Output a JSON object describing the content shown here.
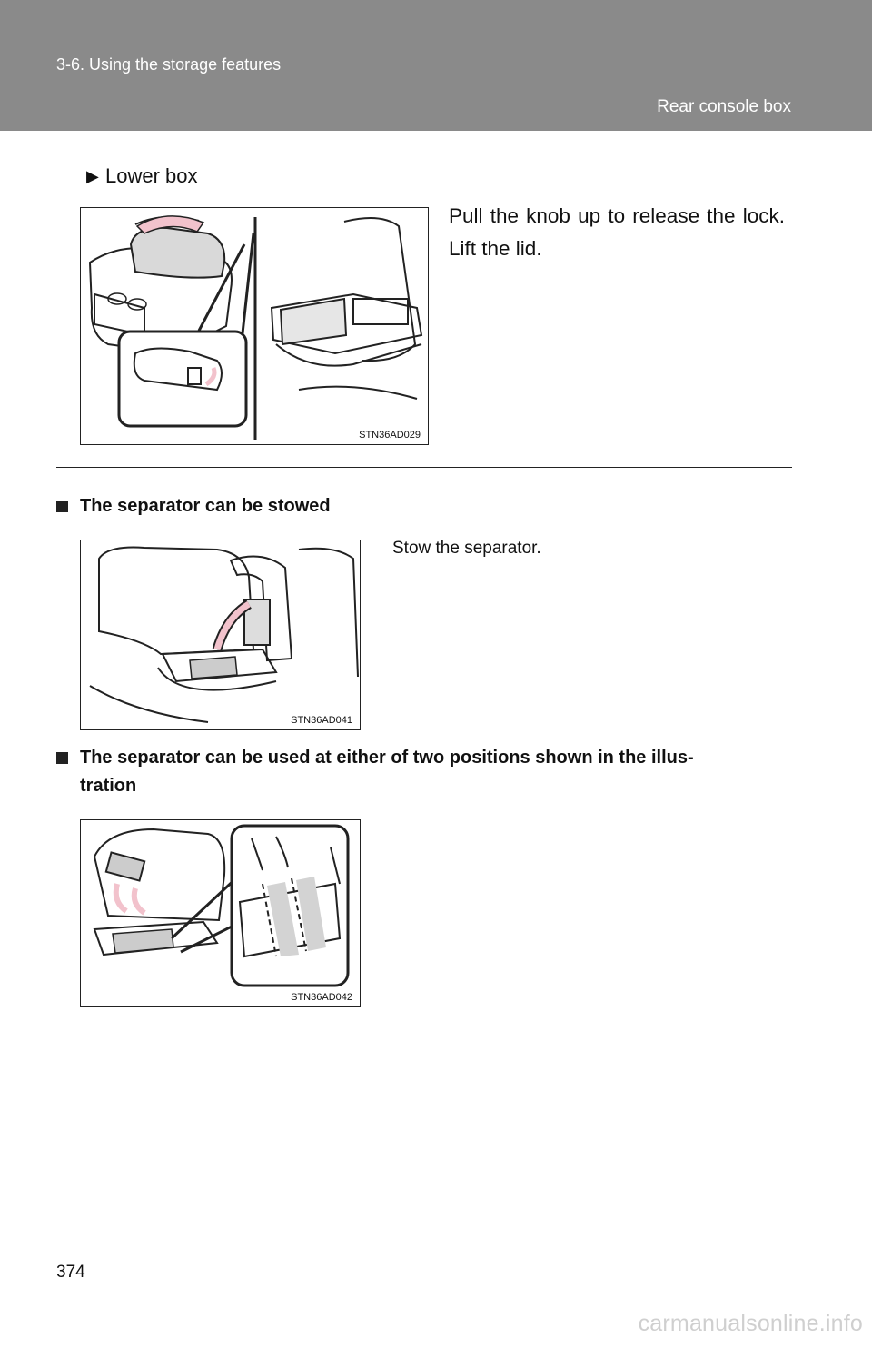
{
  "header": {
    "section": "3-6. Using the storage features",
    "topic": "Rear console box"
  },
  "lower_box": {
    "title": "Lower box",
    "instruction": "Pull the knob up to release the lock. Lift the lid.",
    "figure_code": "STN36AD029"
  },
  "items": [
    {
      "heading": "The separator can be stowed",
      "text": "Stow the separator.",
      "figure_code": "STN36AD041"
    },
    {
      "heading_line1": "The separator can be used at either of two positions shown in the illus-",
      "heading_line2": "tration",
      "figure_code": "STN36AD042"
    }
  ],
  "page_number": "374",
  "watermark": "carmanualsonline.info",
  "colors": {
    "header_bg": "#8a8a8a",
    "arrow_pink": "#f2c2cc",
    "callout_gray": "#d3d3d3"
  }
}
